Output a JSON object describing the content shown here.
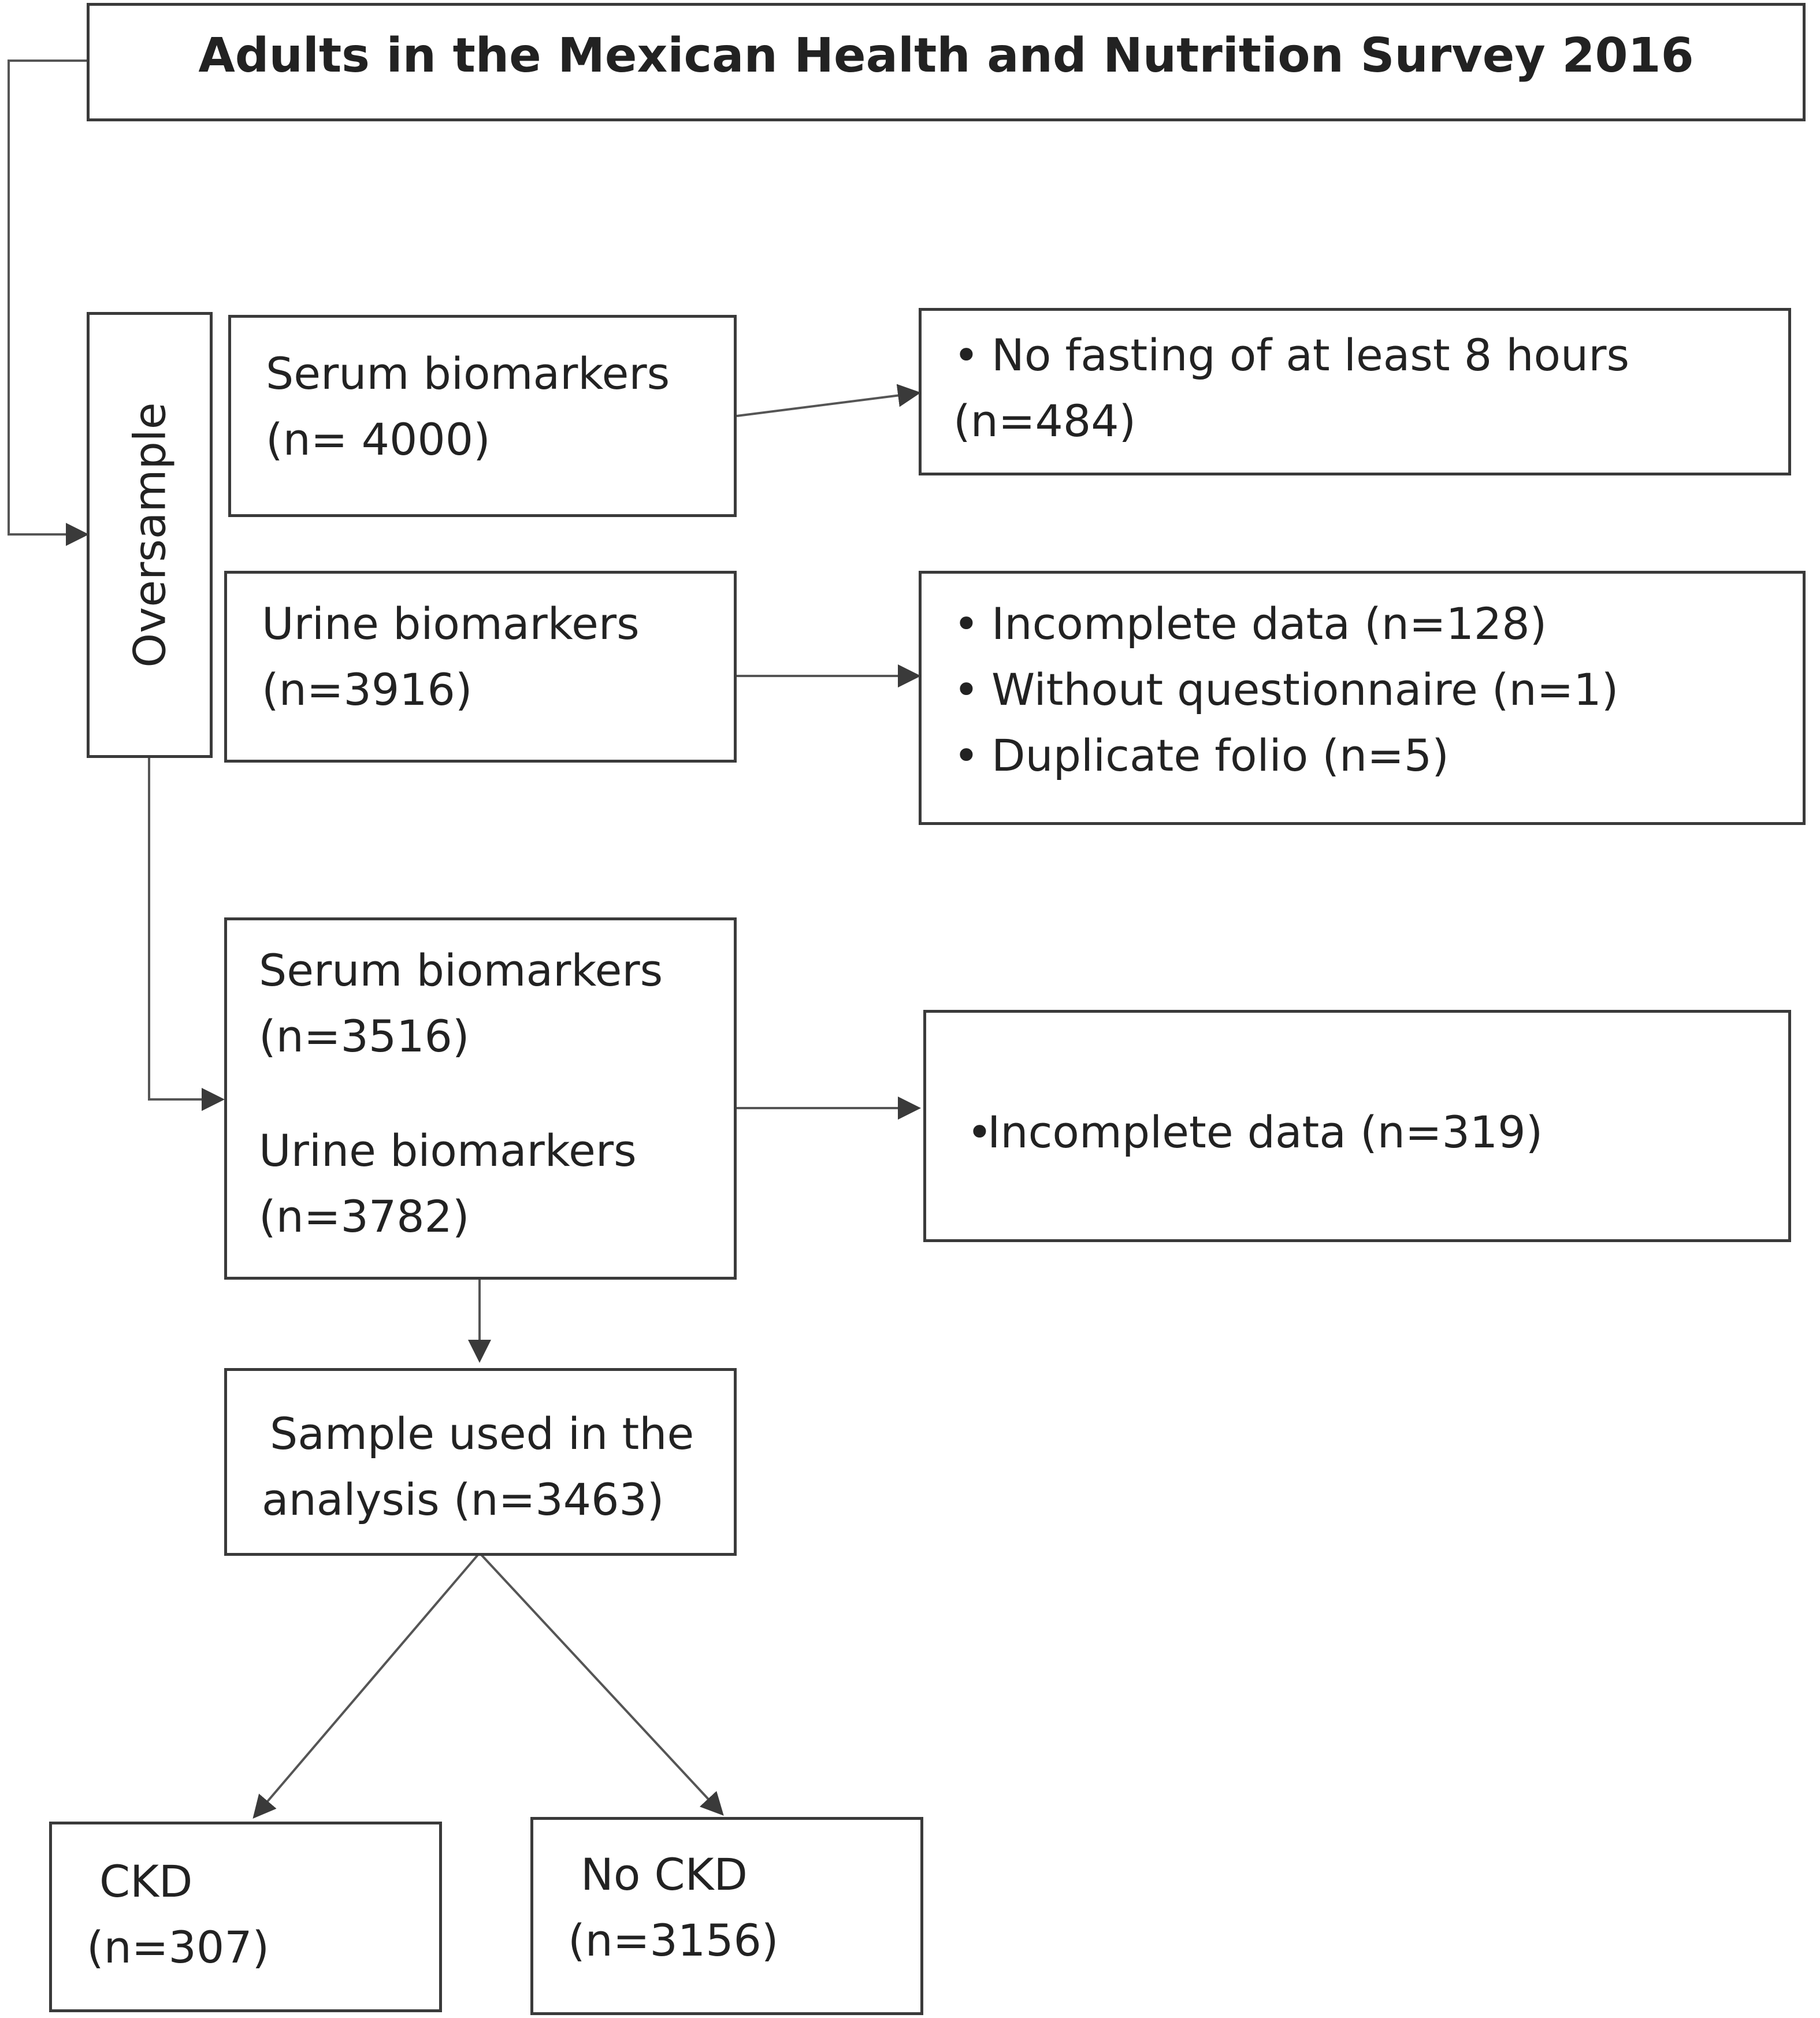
{
  "title": "Adults in the Mexican Health and Nutrition Survey 2016",
  "oversample": "Oversample",
  "serum_box": {
    "line1": "Serum biomarkers",
    "line2": "(n= 4000)"
  },
  "serum_exclusion": {
    "line1": "No fasting of at least 8 hours",
    "line2": "(n=484)"
  },
  "urine_box": {
    "line1": "Urine biomarkers",
    "line2": "(n=3916)"
  },
  "urine_exclusion": {
    "items": [
      "Incomplete data (n=128)",
      "Without questionnaire (n=1)",
      "Duplicate folio (n=5)"
    ]
  },
  "combined_box": {
    "serum_label": "Serum biomarkers",
    "serum_n": "(n=3516)",
    "urine_label": "Urine biomarkers",
    "urine_n": "(n=3782)"
  },
  "combined_exclusion": {
    "item": "Incomplete data (n=319)"
  },
  "sample_box": {
    "line1": "Sample used in the",
    "line2": "analysis (n=3463)"
  },
  "ckd_box": {
    "line1": "CKD",
    "line2": "(n=307)"
  },
  "no_ckd_box": {
    "line1": "No CKD",
    "line2": "(n=3156)"
  }
}
